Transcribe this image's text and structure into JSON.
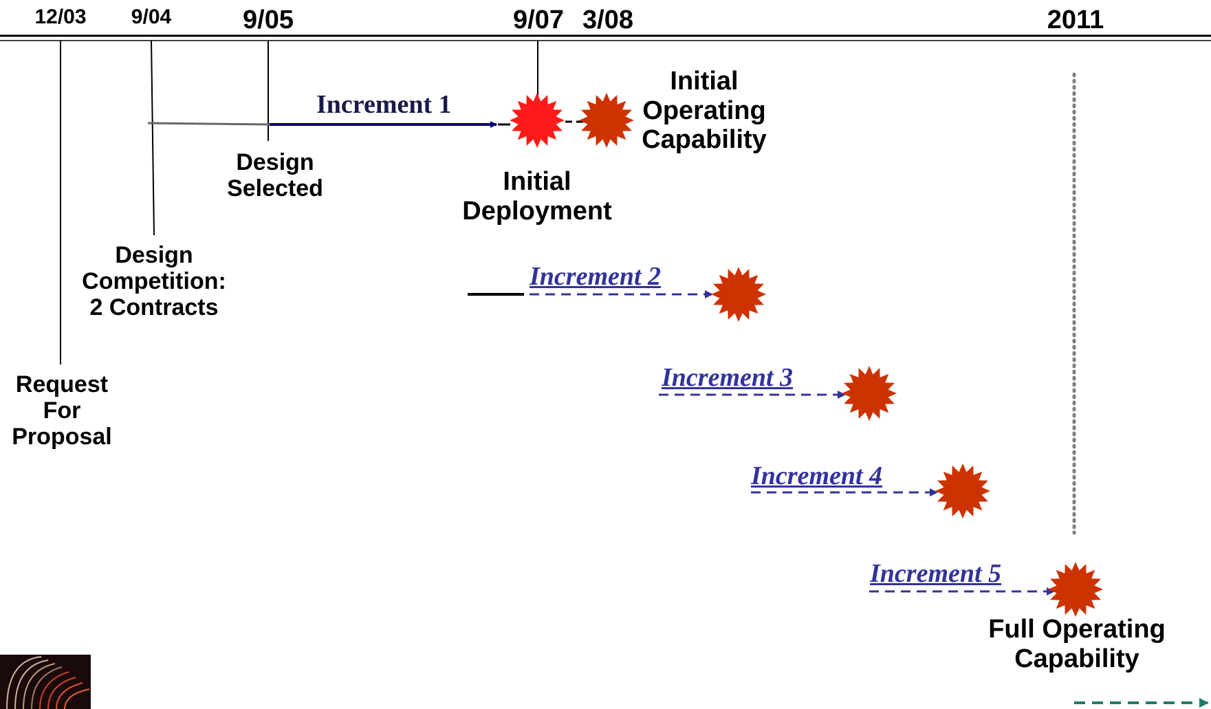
{
  "colors": {
    "axis": "#000000",
    "increment_line_solid": "#000080",
    "increment_line_dashed": "#33339a",
    "burst_initial_deployment": "#ff1a1a",
    "burst_milestone": "#cc3300",
    "fullcap_line": "#808080",
    "next_arrow": "#1f7a6b"
  },
  "icons": {
    "milestone": "starburst-icon",
    "logo": "corner-logo-icon"
  },
  "timeline": {
    "dates": [
      "12/03",
      "9/04",
      "9/05",
      "9/07",
      "3/08",
      "2011"
    ]
  },
  "milestones": {
    "request_for_proposal": "Request\nFor\nProposal",
    "design_competition": "Design\nCompetition:\n2 Contracts",
    "design_selected": "Design\nSelected",
    "initial_deployment": "Initial\nDeployment",
    "initial_operating_capability": "Initial\nOperating\nCapability",
    "full_operating_capability": "Full Operating\nCapability"
  },
  "increments": [
    "Increment 1",
    "Increment 2",
    "Increment 3",
    "Increment 4",
    "Increment 5"
  ]
}
